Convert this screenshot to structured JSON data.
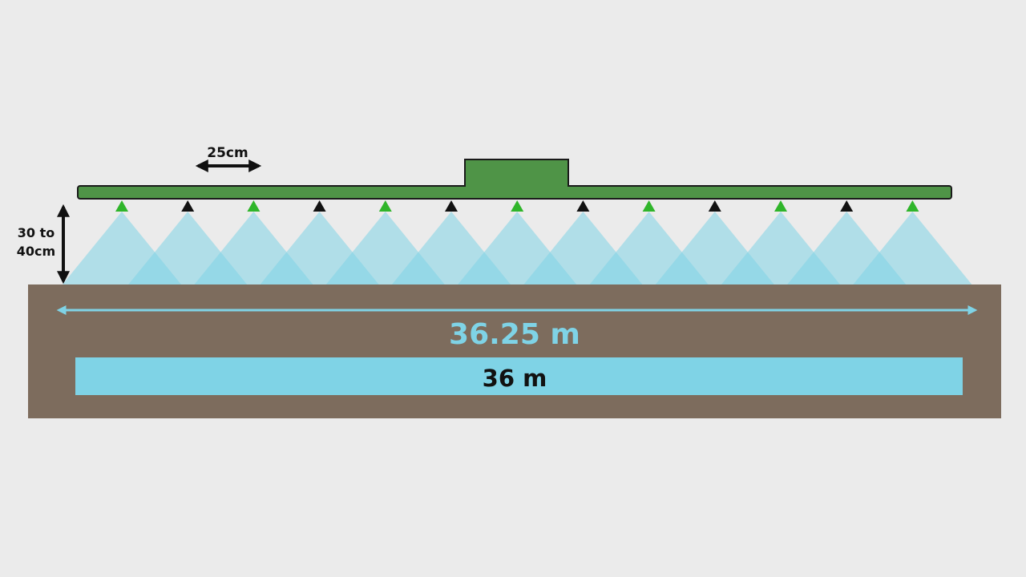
{
  "labels": {
    "spacing": "25cm",
    "height_line1": "30 to",
    "height_line2": "40cm",
    "boom_width": "36.25 m",
    "working_width": "36 m"
  },
  "nozzles": [
    "green",
    "black",
    "green",
    "black",
    "green",
    "black",
    "green",
    "black",
    "green",
    "black",
    "green",
    "black",
    "green"
  ],
  "colors": {
    "background": "#ebebeb",
    "boom": "#4f9447",
    "boom_outline": "#1a1a1a",
    "nozzle_green": "#2fb52a",
    "nozzle_black": "#111111",
    "spray": "#7fd3e6",
    "ground": "#7d6c5d",
    "accent": "#7fd3e6",
    "text_dark": "#111111"
  }
}
